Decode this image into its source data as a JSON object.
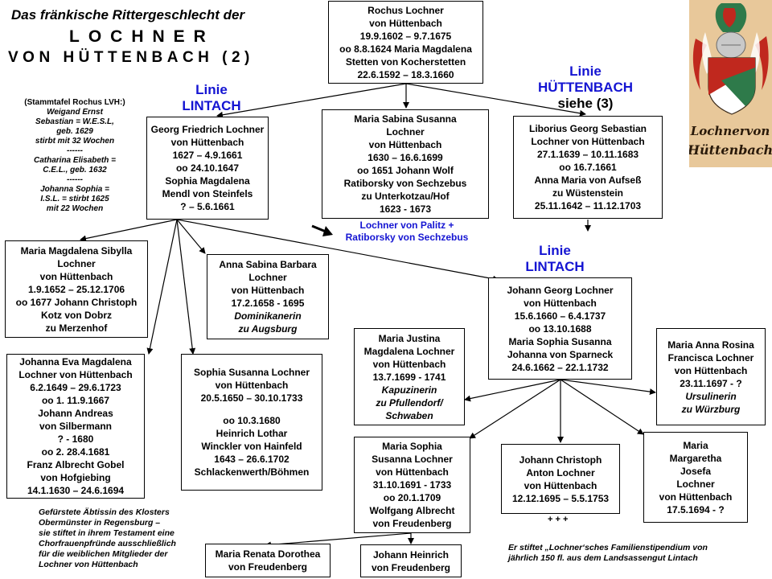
{
  "header": {
    "line1": "Das fränkische Rittergeschlecht der",
    "line2": "LOCHNER",
    "line3": "VON HÜTTENBACH (2)"
  },
  "linie_labels": {
    "lintach_top": {
      "line1": "Linie",
      "line2": "LINTACH"
    },
    "huettenbach": {
      "line1": "Linie",
      "line2": "HÜTTENBACH",
      "line3": "siehe (3)"
    },
    "lintach_right": {
      "line1": "Linie",
      "line2": "LINTACH"
    }
  },
  "stammtafel_note": [
    "(Stammtafel Rochus LVH:)",
    "Weigand Ernst",
    "Sebastian = W.E.S.L,",
    "geb. 1629",
    "stirbt mit 32 Wochen",
    "------",
    "Catharina Elisabeth =",
    "C.E.L., geb. 1632",
    "------",
    "Johanna Sophia =",
    "I.S.L. = stirbt 1625",
    "mit 22 Wochen"
  ],
  "persons": {
    "rochus": [
      "Rochus Lochner",
      "von Hüttenbach",
      "19.9.1602 – 9.7.1675",
      "oo 8.8.1624 Maria Magdalena",
      "Stetten von Kocherstetten",
      "22.6.1592 – 18.3.1660"
    ],
    "georg_friedrich": [
      "Georg Friedrich Lochner",
      "von Hüttenbach",
      "1627 – 4.9.1661",
      "oo 24.10.1647",
      "Sophia Magdalena",
      "Mendl von Steinfels",
      "? – 5.6.1661"
    ],
    "maria_sabina": [
      "Maria Sabina Susanna",
      "Lochner",
      "von Hüttenbach",
      "1630 – 16.6.1699",
      "oo 1651 Johann Wolf",
      "Ratiborsky von Sechzebus",
      "zu Unterkotzau/Hof",
      "1623 - 1673"
    ],
    "liborius": [
      "Liborius Georg Sebastian",
      "Lochner von Hüttenbach",
      "27.1.1639 – 10.11.1683",
      "oo 16.7.1661",
      "Anna Maria von Aufseß",
      "zu Wüstenstein",
      "25.11.1642 – 11.12.1703"
    ],
    "maria_magdalena_sibylla": [
      "Maria Magdalena Sibylla",
      "Lochner",
      "von Hüttenbach",
      "1.9.1652 – 25.12.1706",
      "oo 1677 Johann Christoph",
      "Kotz von Dobrz",
      "zu Merzenhof"
    ],
    "anna_sabina": [
      "Anna Sabina Barbara",
      "Lochner",
      "von Hüttenbach",
      "17.2.1658 - 1695",
      "Dominikanerin",
      "zu Augsburg"
    ],
    "johanna_eva": [
      "Johanna Eva Magdalena",
      "Lochner von Hüttenbach",
      "6.2.1649 – 29.6.1723",
      "oo 1.    11.9.1667",
      "Johann Andreas",
      "von Silbermann",
      "? - 1680",
      "oo 2.   28.4.1681",
      "Franz Albrecht Gobel",
      "von Hofgiebing",
      "14.1.1630 – 24.6.1694"
    ],
    "sophia_susanna": [
      "Sophia Susanna Lochner",
      "von Hüttenbach",
      "20.5.1650 – 30.10.1733",
      "",
      "oo 10.3.1680",
      "Heinrich Lothar",
      "Winckler von Hainfeld",
      "1643 – 26.6.1702",
      "Schlackenwerth/Böhmen"
    ],
    "johann_georg": [
      "Johann Georg Lochner",
      "von Hüttenbach",
      "15.6.1660 – 6.4.1737",
      "oo 13.10.1688",
      "Maria Sophia Susanna",
      "Johanna von Sparneck",
      "24.6.1662 – 22.1.1732"
    ],
    "maria_justina": [
      "Maria Justina",
      "Magdalena Lochner",
      "von Hüttenbach",
      "13.7.1699 - 1741",
      "Kapuzinerin",
      "zu Pfullendorf/",
      "Schwaben"
    ],
    "maria_anna_rosina": [
      "Maria Anna Rosina",
      "Francisca Lochner",
      "von Hüttenbach",
      "23.11.1697 - ?",
      "Ursulinerin",
      "zu Würzburg"
    ],
    "maria_sophia": [
      "Maria Sophia",
      "Susanna Lochner",
      "von Hüttenbach",
      "31.10.1691 - 1733",
      "oo 20.1.1709",
      "Wolfgang Albrecht",
      "von Freudenberg"
    ],
    "johann_christoph": [
      "Johann Christoph",
      "Anton Lochner",
      "von Hüttenbach",
      "12.12.1695 – 5.5.1753"
    ],
    "maria_margaretha": [
      "Maria",
      "Margaretha",
      "Josefa",
      "Lochner",
      "von Hüttenbach",
      "17.5.1694 - ?"
    ],
    "maria_renata": [
      "Maria Renata Dorothea",
      "von Freudenberg"
    ],
    "johann_heinrich": [
      "Johann Heinrich",
      "von Freudenberg"
    ]
  },
  "palitz_label": [
    "Lochner von Palitz +",
    "Ratiborsky von Sechzebus"
  ],
  "plus_marks": "+ + +",
  "abbess_note": [
    "Gefürstete Äbtissin des Klosters",
    "Obermünster in Regensburg –",
    "sie stiftet in ihrem Testament eine",
    "Chorfrauenpfründe ausschließlich",
    "für die weiblichen Mitglieder der",
    "Lochner von Hüttenbach"
  ],
  "stipend_note": [
    "Er stiftet „Lochner‘sches Familienstipendium von",
    "jährlich 150 fl. aus dem Landsassengut Lintach"
  ],
  "crest": {
    "inscription": "Lochner von Hüttenbach"
  },
  "colors": {
    "linie_blue": "#1414d2",
    "crest_red": "#c0281e",
    "crest_green": "#2e7a4a",
    "parchment": "#e8c89a"
  }
}
